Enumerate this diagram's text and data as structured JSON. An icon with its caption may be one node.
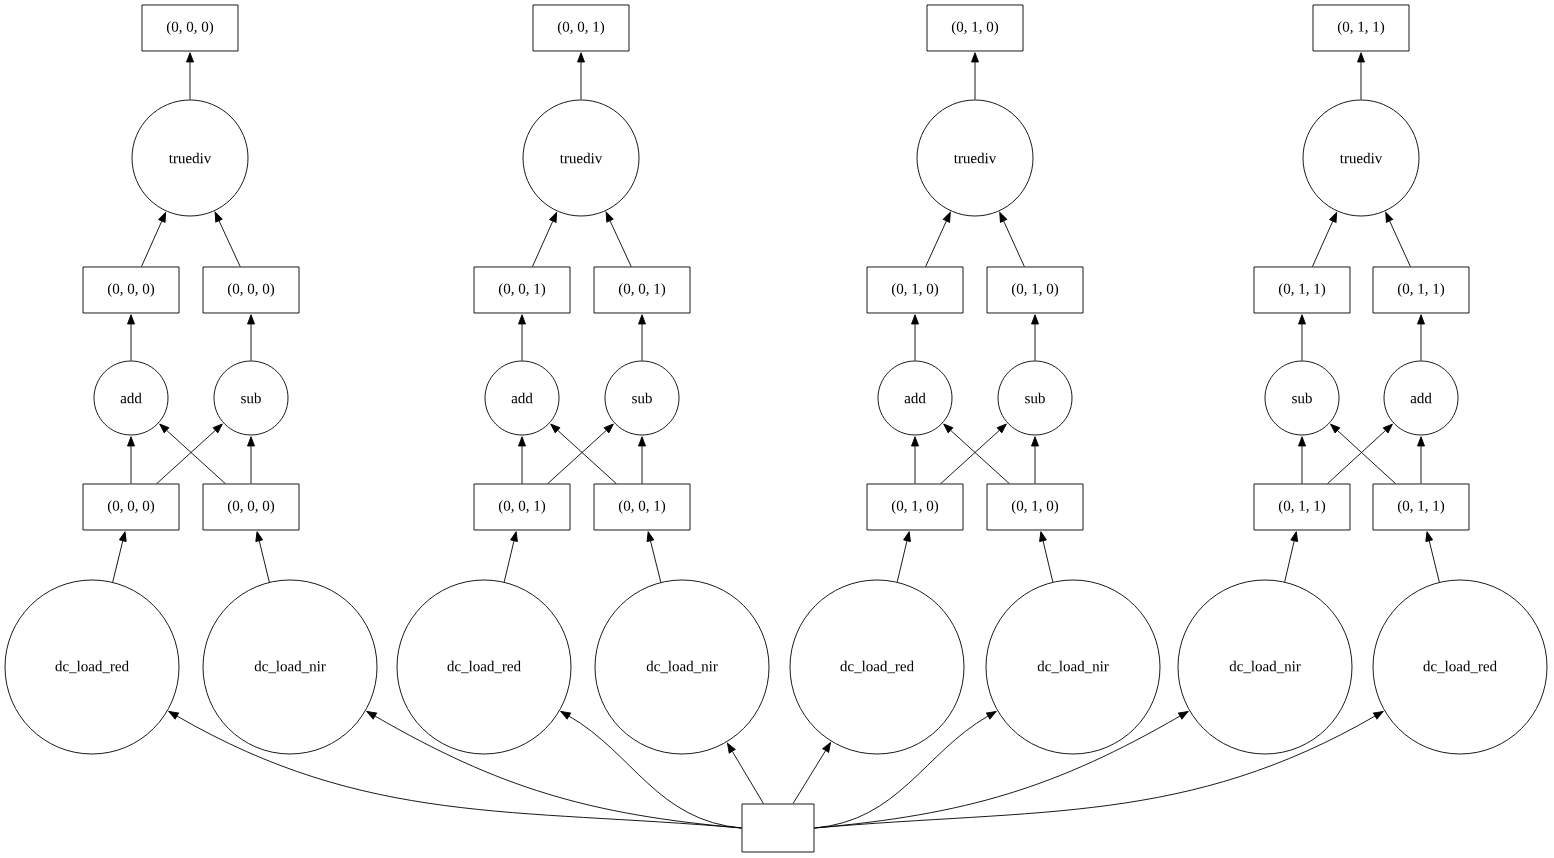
{
  "diagram": {
    "nodes": [
      {
        "text": [
          "(0, 0, 0)"
        ]
      },
      {
        "text": [
          "truediv"
        ]
      },
      {
        "text": [
          "(0, 0, 0)"
        ]
      },
      {
        "text": [
          "(0, 0, 0)"
        ]
      },
      {
        "text": [
          "add"
        ]
      },
      {
        "text": [
          "sub"
        ]
      },
      {
        "text": [
          "(0, 0, 0)"
        ]
      },
      {
        "text": [
          "(0, 0, 0)"
        ]
      },
      {
        "text": [
          "dc_load_red"
        ]
      },
      {
        "text": [
          "dc_load_nir"
        ]
      },
      {
        "text": [
          "(0, 0, 1)"
        ]
      },
      {
        "text": [
          "truediv"
        ]
      },
      {
        "text": [
          "(0, 0, 1)"
        ]
      },
      {
        "text": [
          "(0, 0, 1)"
        ]
      },
      {
        "text": [
          "add"
        ]
      },
      {
        "text": [
          "sub"
        ]
      },
      {
        "text": [
          "(0, 0, 1)"
        ]
      },
      {
        "text": [
          "(0, 0, 1)"
        ]
      },
      {
        "text": [
          "dc_load_red"
        ]
      },
      {
        "text": [
          "dc_load_nir"
        ]
      },
      {
        "text": [
          "(0, 1, 0)"
        ]
      },
      {
        "text": [
          "truediv"
        ]
      },
      {
        "text": [
          "(0, 1, 0)"
        ]
      },
      {
        "text": [
          "(0, 1, 0)"
        ]
      },
      {
        "text": [
          "add"
        ]
      },
      {
        "text": [
          "sub"
        ]
      },
      {
        "text": [
          "(0, 1, 0)"
        ]
      },
      {
        "text": [
          "(0, 1, 0)"
        ]
      },
      {
        "text": [
          "dc_load_red"
        ]
      },
      {
        "text": [
          "dc_load_nir"
        ]
      },
      {
        "text": [
          "(0, 1, 1)"
        ]
      },
      {
        "text": [
          "truediv"
        ]
      },
      {
        "text": [
          "(0, 1, 1)"
        ]
      },
      {
        "text": [
          "(0, 1, 1)"
        ]
      },
      {
        "text": [
          "sub"
        ]
      },
      {
        "text": [
          "add"
        ]
      },
      {
        "text": [
          "(0, 1, 1)"
        ]
      },
      {
        "text": [
          "(0, 1, 1)"
        ]
      },
      {
        "text": [
          "dc_load_nir"
        ]
      },
      {
        "text": [
          "dc_load_red"
        ]
      },
      {
        "text": [],
        "shape": "box"
      }
    ],
    "edges": [
      {
        "from": 8,
        "to": 6,
        "arrow": "to"
      },
      {
        "from": 9,
        "to": 7,
        "arrow": "to"
      },
      {
        "from": 6,
        "to": 4,
        "arrow": "to"
      },
      {
        "from": 6,
        "to": 5,
        "arrow": "to"
      },
      {
        "from": 7,
        "to": 4,
        "arrow": "to"
      },
      {
        "from": 7,
        "to": 5,
        "arrow": "to"
      },
      {
        "from": 4,
        "to": 2,
        "arrow": "to"
      },
      {
        "from": 5,
        "to": 3,
        "arrow": "to"
      },
      {
        "from": 2,
        "to": 1,
        "arrow": "to"
      },
      {
        "from": 3,
        "to": 1,
        "arrow": "to"
      },
      {
        "from": 1,
        "to": 0,
        "arrow": "to"
      },
      {
        "from": 18,
        "to": 16,
        "arrow": "to"
      },
      {
        "from": 19,
        "to": 17,
        "arrow": "to"
      },
      {
        "from": 16,
        "to": 14,
        "arrow": "to"
      },
      {
        "from": 16,
        "to": 15,
        "arrow": "to"
      },
      {
        "from": 17,
        "to": 14,
        "arrow": "to"
      },
      {
        "from": 17,
        "to": 15,
        "arrow": "to"
      },
      {
        "from": 14,
        "to": 12,
        "arrow": "to"
      },
      {
        "from": 15,
        "to": 13,
        "arrow": "to"
      },
      {
        "from": 12,
        "to": 11,
        "arrow": "to"
      },
      {
        "from": 13,
        "to": 11,
        "arrow": "to"
      },
      {
        "from": 11,
        "to": 10,
        "arrow": "to"
      },
      {
        "from": 28,
        "to": 26,
        "arrow": "to"
      },
      {
        "from": 29,
        "to": 27,
        "arrow": "to"
      },
      {
        "from": 26,
        "to": 24,
        "arrow": "to"
      },
      {
        "from": 26,
        "to": 25,
        "arrow": "to"
      },
      {
        "from": 27,
        "to": 24,
        "arrow": "to"
      },
      {
        "from": 27,
        "to": 25,
        "arrow": "to"
      },
      {
        "from": 24,
        "to": 22,
        "arrow": "to"
      },
      {
        "from": 25,
        "to": 23,
        "arrow": "to"
      },
      {
        "from": 22,
        "to": 21,
        "arrow": "to"
      },
      {
        "from": 23,
        "to": 21,
        "arrow": "to"
      },
      {
        "from": 21,
        "to": 20,
        "arrow": "to"
      },
      {
        "from": 38,
        "to": 36,
        "arrow": "to"
      },
      {
        "from": 39,
        "to": 37,
        "arrow": "to"
      },
      {
        "from": 36,
        "to": 34,
        "arrow": "to"
      },
      {
        "from": 36,
        "to": 35,
        "arrow": "to"
      },
      {
        "from": 37,
        "to": 34,
        "arrow": "to"
      },
      {
        "from": 37,
        "to": 35,
        "arrow": "to"
      },
      {
        "from": 34,
        "to": 32,
        "arrow": "to"
      },
      {
        "from": 35,
        "to": 33,
        "arrow": "to"
      },
      {
        "from": 32,
        "to": 31,
        "arrow": "to"
      },
      {
        "from": 33,
        "to": 31,
        "arrow": "to"
      },
      {
        "from": 31,
        "to": 30,
        "arrow": "to"
      },
      {
        "from": 40,
        "to": 8,
        "arrow": "to"
      },
      {
        "from": 40,
        "to": 9,
        "arrow": "to"
      },
      {
        "from": 40,
        "to": 18,
        "arrow": "to"
      },
      {
        "from": 40,
        "to": 19,
        "arrow": "to"
      },
      {
        "from": 40,
        "to": 28,
        "arrow": "to"
      },
      {
        "from": 40,
        "to": 29,
        "arrow": "to"
      },
      {
        "from": 40,
        "to": 38,
        "arrow": "to"
      },
      {
        "from": 40,
        "to": 39,
        "arrow": "to"
      }
    ]
  }
}
